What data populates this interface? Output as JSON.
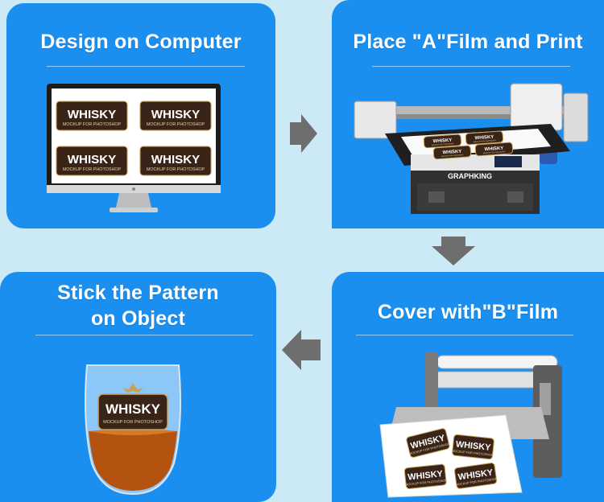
{
  "steps": [
    {
      "title": "Design on Computer"
    },
    {
      "title": "Place \"A\"Film and Print"
    },
    {
      "title_line1": "Stick the Pattern",
      "title_line2": "on Object"
    },
    {
      "title": "Cover with\"B\"Film"
    }
  ],
  "label": {
    "brand": "WHISKY",
    "sub": "MOCKUP FOR PHOTOSHOP"
  },
  "printer_brand": "GRAPHKING",
  "colors": {
    "background": "#cce9f6",
    "panel": "#1a8ff0",
    "arrow": "#6e6e6e",
    "label_dark": "#3a2417",
    "label_gold": "#c9a25a"
  },
  "arrows": [
    {
      "name": "arrow-right-icon"
    },
    {
      "name": "arrow-down-icon"
    },
    {
      "name": "arrow-left-icon"
    }
  ]
}
